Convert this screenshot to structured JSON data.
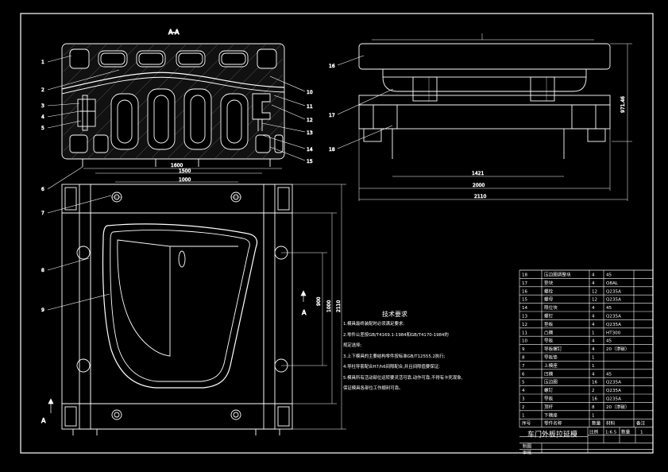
{
  "view_label": "A-A",
  "section_marker": "A",
  "left_view_leaders": [
    "1",
    "2",
    "3",
    "4",
    "5",
    "6",
    "7",
    "8",
    "9"
  ],
  "right_view_leaders": [
    "10",
    "11",
    "12",
    "13",
    "14",
    "15"
  ],
  "side_view_leaders": [
    "16",
    "17",
    "18"
  ],
  "dimensions": {
    "plan_1500": "1500",
    "plan_1600": "1600",
    "plan_1000": "1000",
    "plan_2110": "2110",
    "plan_900": "900",
    "plan_1000_v": "1000",
    "side_1421": "1421",
    "side_2000": "2000",
    "side_2110": "2110",
    "side_height": "971.46"
  },
  "tech_requirements": {
    "title": "技术要求",
    "lines": [
      "1.模具最终装配时必须满足要求;",
      "2.零件公差按GB/T4169.1-1984和GB/T4170-1984的",
      "  规定选择;",
      "3.上下模具的主要结构零件按标准GB/T12555.2执行;",
      "4.导柱导套配合H7/h6间隙配合,并且间隙值要保证;",
      "5.模具所有活动部位运转要灵活可靠,动作可靠,不得有卡死现象,",
      "  保证模具各部位工作顺利可靠。"
    ]
  },
  "bom": {
    "headers": [
      "序号",
      "零件名称",
      "数量",
      "材料",
      "备注"
    ],
    "rows": [
      [
        "18",
        "压边圈调整块",
        "4",
        "45",
        ""
      ],
      [
        "17",
        "垫块",
        "4",
        "O8AL",
        ""
      ],
      [
        "16",
        "螺栓",
        "12",
        "Q235A",
        ""
      ],
      [
        "15",
        "螺母",
        "12",
        "Q235A",
        ""
      ],
      [
        "14",
        "限位块",
        "4",
        "45",
        ""
      ],
      [
        "13",
        "螺钉",
        "4",
        "Q235A",
        ""
      ],
      [
        "12",
        "垫板",
        "4",
        "Q235A",
        ""
      ],
      [
        "11",
        "凸模",
        "1",
        "HT300",
        ""
      ],
      [
        "10",
        "导板",
        "4",
        "45",
        ""
      ],
      [
        "9",
        "导板螺钉",
        "4",
        "20（渗碳）",
        ""
      ],
      [
        "8",
        "导板垫",
        "1",
        "",
        ""
      ],
      [
        "7",
        "上模座",
        "1",
        "",
        ""
      ],
      [
        "6",
        "凹模",
        "4",
        "45",
        ""
      ],
      [
        "5",
        "压边圈",
        "16",
        "Q235A",
        ""
      ],
      [
        "4",
        "螺钉",
        "2",
        "Q235A",
        ""
      ],
      [
        "3",
        "导板",
        "16",
        "Q235A",
        ""
      ],
      [
        "2",
        "顶杆",
        "8",
        "20（渗碳）",
        ""
      ],
      [
        "1",
        "下模座",
        "1",
        "",
        ""
      ]
    ],
    "part_name": "车门外板拉延模",
    "label_scale": "比例",
    "scale": "1:6.5",
    "label_qty": "数量",
    "qty": "1",
    "label_drawn": "制图",
    "label_checked": "审核"
  }
}
